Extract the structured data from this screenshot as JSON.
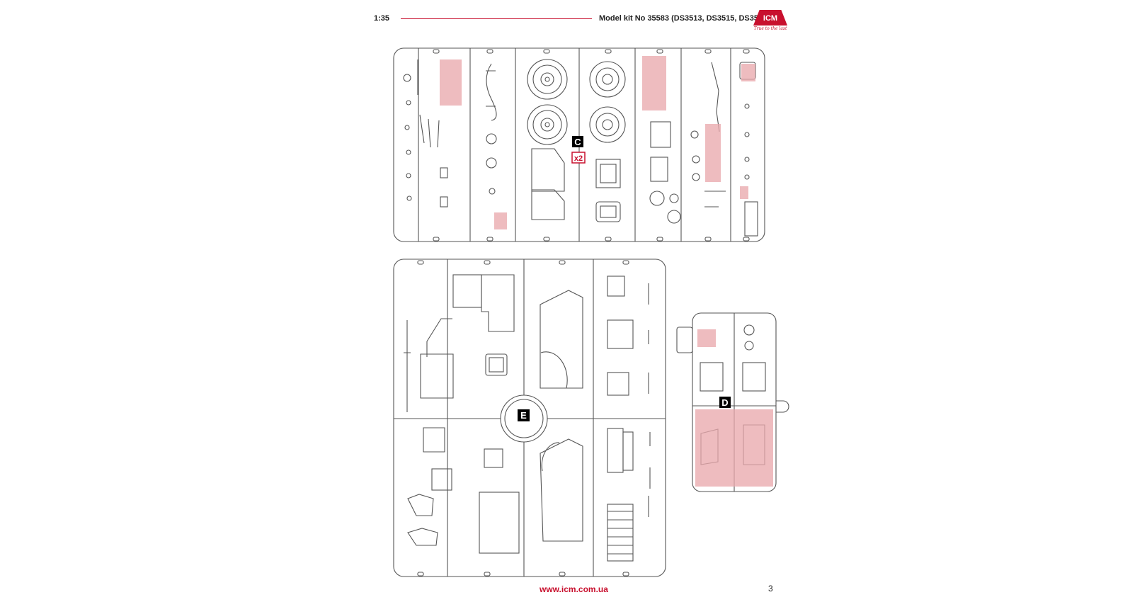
{
  "header": {
    "scale": "1:35",
    "title": "Model kit No 35583 (DS3513, DS3515, DS3529)",
    "logo_text": "ICM",
    "logo_tagline": "True to the last",
    "accent_color": "#c8102e"
  },
  "sprues": {
    "c": {
      "letter": "C",
      "multiplier": "x2"
    },
    "e": {
      "letter": "E"
    },
    "d": {
      "letter": "D"
    }
  },
  "highlight_color": "#e9a9ad",
  "footer": {
    "url": "www.icm.com.ua",
    "page_number": "3"
  }
}
